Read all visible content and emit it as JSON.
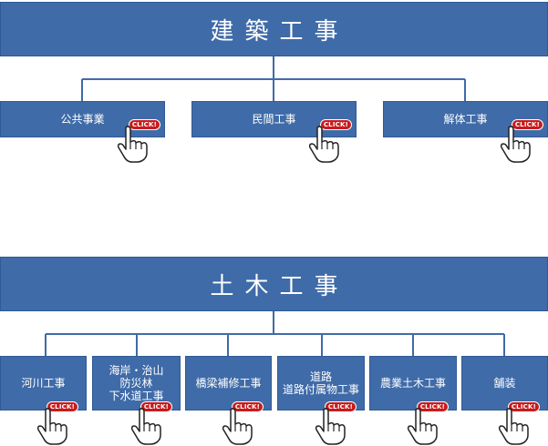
{
  "construction": {
    "title": "建築工事",
    "items": [
      {
        "label": "公共事業"
      },
      {
        "label": "民間工事"
      },
      {
        "label": "解体工事"
      }
    ]
  },
  "civil": {
    "title": "土木工事",
    "items": [
      {
        "line1": "河川工事",
        "line2": "",
        "line3": ""
      },
      {
        "line1": "海岸・治山",
        "line2": "防災林",
        "line3": "下水道工事"
      },
      {
        "line1": "橋梁補修工事",
        "line2": "",
        "line3": ""
      },
      {
        "line1": "道路",
        "line2": "道路付属物工事",
        "line3": ""
      },
      {
        "line1": "農業土木工事",
        "line2": "",
        "line3": ""
      },
      {
        "line1": "舗装",
        "line2": "",
        "line3": ""
      }
    ]
  },
  "click_label": "CLICK!",
  "colors": {
    "box_fill": "#3f6ba8",
    "connector": "#3f6ba8",
    "badge": "#c71c1c"
  }
}
